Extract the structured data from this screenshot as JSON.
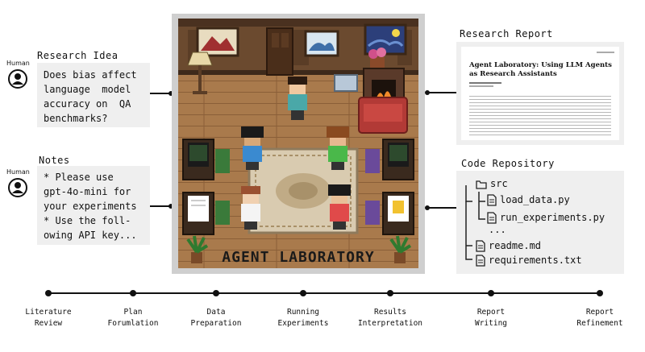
{
  "left": {
    "idea": {
      "human_label": "Human",
      "title": "Research Idea",
      "lines": [
        "Does bias affect",
        "language  model",
        "accuracy on  QA",
        "benchmarks?"
      ]
    },
    "notes": {
      "human_label": "Human",
      "title": "Notes",
      "lines": [
        "* Please use",
        "gpt-4o-mini for",
        "your experiments",
        "* Use the foll-",
        "owing API key..."
      ]
    }
  },
  "center": {
    "banner": "AGENT LABORATORY"
  },
  "right": {
    "report": {
      "title": "Research Report",
      "paper_title": "Agent Laboratory: Using LLM Agents as Research Assistants"
    },
    "code": {
      "title": "Code Repository",
      "items": [
        {
          "name": "src",
          "icon": "folder-icon"
        },
        {
          "name": "load_data.py",
          "icon": "file-icon"
        },
        {
          "name": "run_experiments.py",
          "icon": "file-icon"
        },
        {
          "name": "...",
          "icon": ""
        },
        {
          "name": "readme.md",
          "icon": "file-icon"
        },
        {
          "name": "requirements.txt",
          "icon": "file-icon"
        }
      ]
    }
  },
  "timeline": {
    "stages": [
      "Literature\nReview",
      "Plan\nForumlation",
      "Data\nPreparation",
      "Running\nExperiments",
      "Results\nInterpretation",
      "Report\nWriting",
      "Report\nRefinement"
    ]
  },
  "colors": {
    "box_bg": "#efefef",
    "wall": "#6b4a2f",
    "floor": "#a97a4c",
    "sofa": "#b23a36"
  }
}
